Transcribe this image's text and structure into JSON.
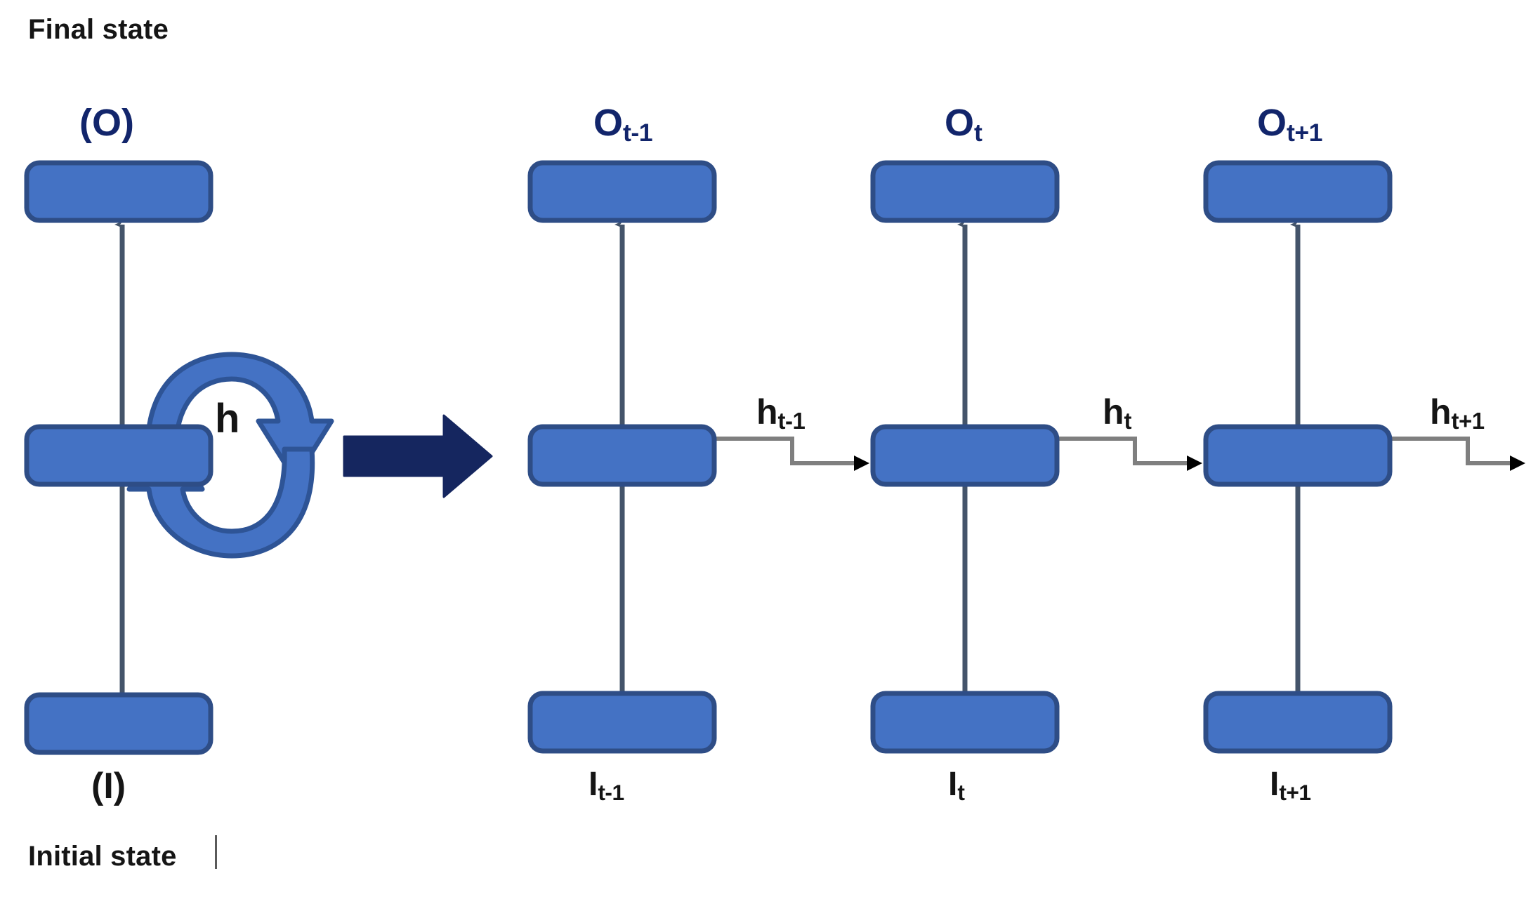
{
  "diagram": {
    "title_top": "Final state",
    "title_bottom": "Initial state",
    "type": "rnn-folded-and-unrolled",
    "colors": {
      "box_fill": "#4472C4",
      "box_stroke": "#2E4D86",
      "label_navy": "#12256B",
      "label_black": "#151515",
      "vertical_arrow": "#44546A",
      "loop_arrow_fill": "#4472C4",
      "loop_arrow_stroke": "#2E5496",
      "transition_arrow": "#15265F",
      "h_connector": "#7F7F7F",
      "h_arrowhead": "#000000",
      "background": "#FFFFFF"
    },
    "folded": {
      "output_label": "(O)",
      "input_label": "(I)",
      "recurrence_label": "h",
      "boxes": [
        "output-box",
        "hidden-box",
        "input-box"
      ]
    },
    "transition_arrow_name": "unroll-arrow",
    "unrolled": {
      "timesteps": [
        {
          "output_label": "O",
          "output_sub": "t-1",
          "input_label": "I",
          "input_sub": "t-1",
          "hidden_out_label": "h",
          "hidden_out_sub": "t-1"
        },
        {
          "output_label": "O",
          "output_sub": "t",
          "input_label": "I",
          "input_sub": "t",
          "hidden_out_label": "h",
          "hidden_out_sub": "t"
        },
        {
          "output_label": "O",
          "output_sub": "t+1",
          "input_label": "I",
          "input_sub": "t+1",
          "hidden_out_label": "h",
          "hidden_out_sub": "t+1"
        }
      ]
    }
  }
}
